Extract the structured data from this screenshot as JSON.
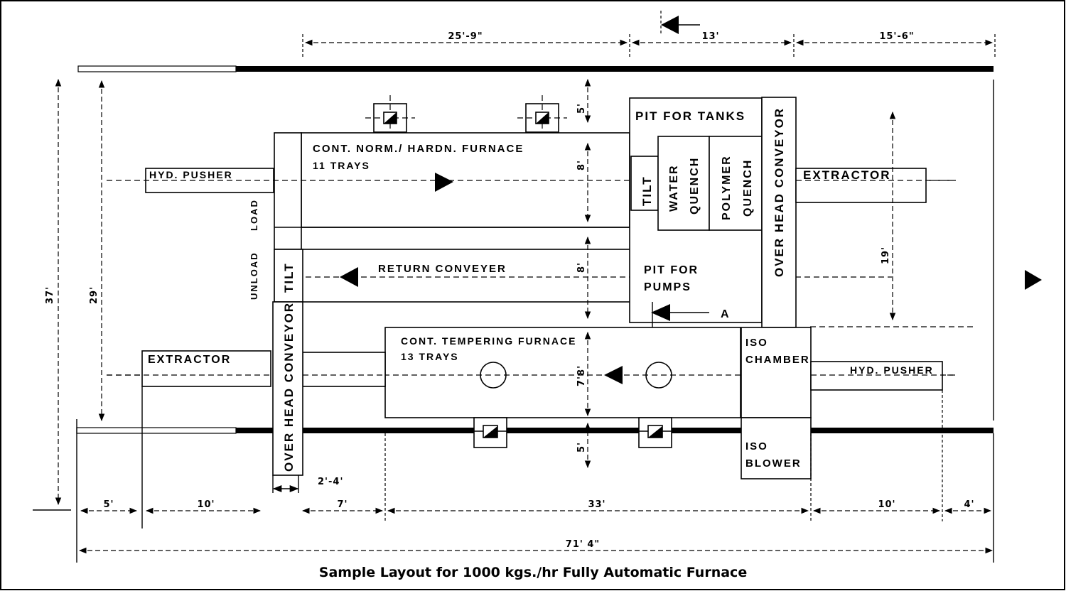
{
  "labels": {
    "main_furnace": "CONT. NORM./ HARDN. FURNACE",
    "main_trays": "11 TRAYS",
    "hyd_pusher_left": "HYD. PUSHER",
    "load": "LOAD",
    "unload": "UNLOAD",
    "tilt_upper": "TILT",
    "tilt_left": "TILT",
    "water_quench": [
      "WATER",
      "QUENCH"
    ],
    "polymer_quench": [
      "POLYMER",
      "QUENCH"
    ],
    "pit_tanks": "PIT FOR TANKS",
    "overhead_right": "OVER HEAD CONVEYOR",
    "overhead_left": "OVER HEAD CONVEYOR",
    "extractor_right": "EXTRACTOR",
    "extractor_left": "EXTRACTOR",
    "return_conveyer": "RETURN CONVEYER",
    "pit_pumps": [
      "PIT FOR",
      "PUMPS"
    ],
    "section_a": "A",
    "tempering_furnace": "CONT. TEMPERING FURNACE",
    "tempering_trays": "13 TRAYS",
    "iso_chamber": [
      "ISO",
      "CHAMBER"
    ],
    "iso_blower": [
      "ISO",
      "BLOWER"
    ],
    "hyd_pusher_right": "HYD. PUSHER"
  },
  "dimensions": {
    "top_a": "25'-9\"",
    "top_b": "13'",
    "top_c": "15'-6\"",
    "v_5_top": "5'",
    "v_8_upper": "8'",
    "v_8_mid": "8'",
    "v_7_8": "7'8'",
    "v_5_bottom": "5'",
    "v_19": "19'",
    "v_37": "37'",
    "v_29": "29'",
    "b_5": "5'",
    "b_10_left": "10'",
    "b_2_4": "2'-4'",
    "b_7": "7'",
    "b_33": "33'",
    "b_10_right": "10'",
    "b_4": "4'",
    "total": "71' 4\""
  },
  "caption": "Sample Layout for 1000 kgs./hr Fully Automatic Furnace"
}
